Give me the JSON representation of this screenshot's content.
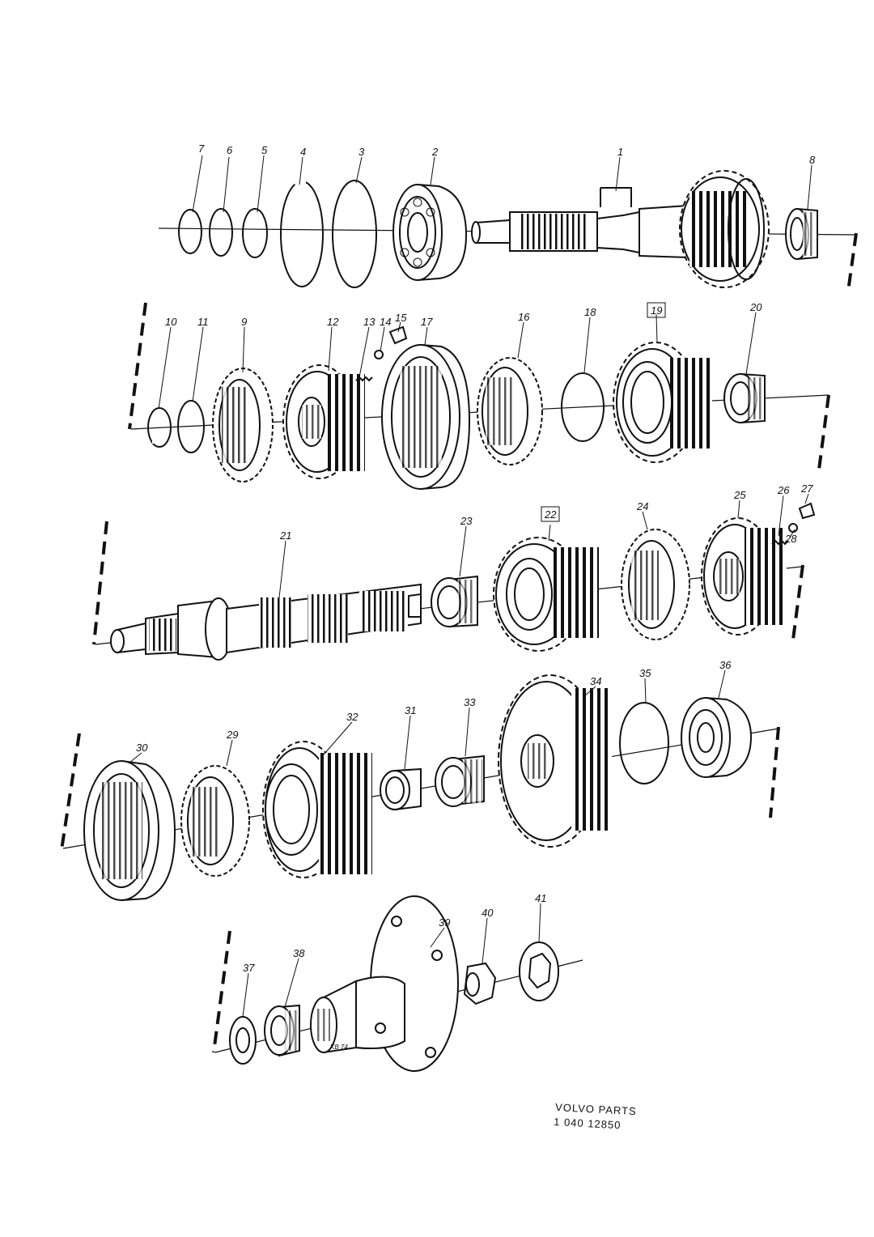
{
  "parts": {
    "p1": "1",
    "p2": "2",
    "p3": "3",
    "p4": "4",
    "p5": "5",
    "p6": "6",
    "p7": "7",
    "p8": "8",
    "p9": "9",
    "p10": "10",
    "p11": "11",
    "p12": "12",
    "p13": "13",
    "p14": "14",
    "p15": "15",
    "p16": "16",
    "p17": "17",
    "p18": "18",
    "p19": "19",
    "p20": "20",
    "p21": "21",
    "p22": "22",
    "p23": "23",
    "p24": "24",
    "p25": "25",
    "p26": "26",
    "p27": "27",
    "p28": "28",
    "p29": "29",
    "p30": "30",
    "p31": "31",
    "p32": "32",
    "p33": "33",
    "p34": "34",
    "p35": "35",
    "p36": "36",
    "p37": "37",
    "p38": "38",
    "p39": "39",
    "p40": "40",
    "p41": "41"
  },
  "footer": {
    "brand": "VOLVO  PARTS",
    "code": "1  040   12850",
    "mark": "KB 74"
  }
}
